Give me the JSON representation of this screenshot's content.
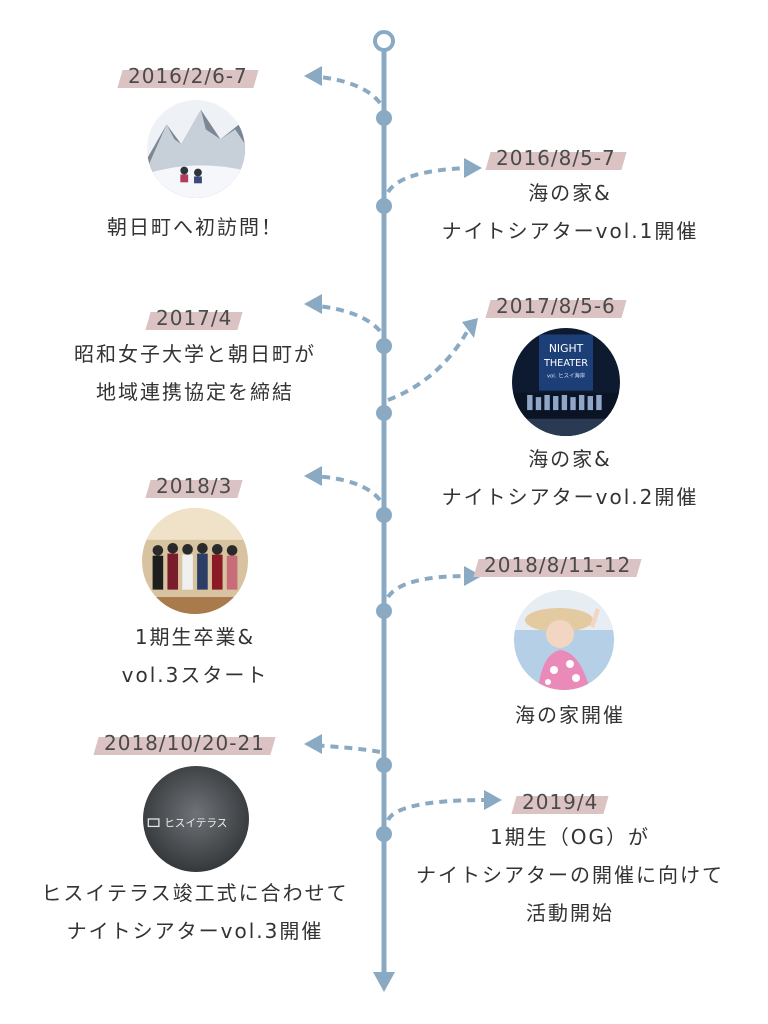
{
  "colors": {
    "axis": "#8aaac4",
    "date_highlight": "#dcc3c3",
    "text": "#333333"
  },
  "events": [
    {
      "side": "left",
      "date": "2016/2/6-7",
      "lines": [
        "朝日町へ初訪問！"
      ],
      "photo": "snow-mountain-photo"
    },
    {
      "side": "right",
      "date": "2016/8/5-7",
      "lines": [
        "海の家&",
        "ナイトシアターvol.1開催"
      ]
    },
    {
      "side": "left",
      "date": "2017/4",
      "lines": [
        "昭和女子大学と朝日町が",
        "地域連携協定を締結"
      ]
    },
    {
      "side": "right",
      "date": "2017/8/5-6",
      "lines": [
        "海の家&",
        "ナイトシアターvol.2開催"
      ],
      "photo": "night-theater-photo",
      "photo_text": [
        "NIGHT",
        "THEATER",
        "vol. ヒスイ海岸"
      ]
    },
    {
      "side": "left",
      "date": "2018/3",
      "lines": [
        "1期生卒業&",
        "vol.3スタート"
      ],
      "photo": "graduation-photo"
    },
    {
      "side": "right",
      "date": "2018/8/11-12",
      "lines": [
        "海の家開催"
      ],
      "photo": "beach-portrait-photo"
    },
    {
      "side": "left",
      "date": "2018/10/20-21",
      "lines": [
        "ヒスイテラス竣工式に合わせて",
        "ナイトシアターvol.3開催"
      ],
      "photo": "hisui-terrace-photo",
      "photo_text": [
        "ヒスイテラス"
      ]
    },
    {
      "side": "right",
      "date": "2019/4",
      "lines": [
        "1期生（OG）が",
        "ナイトシアターの開催に向けて",
        "活動開始"
      ]
    }
  ]
}
